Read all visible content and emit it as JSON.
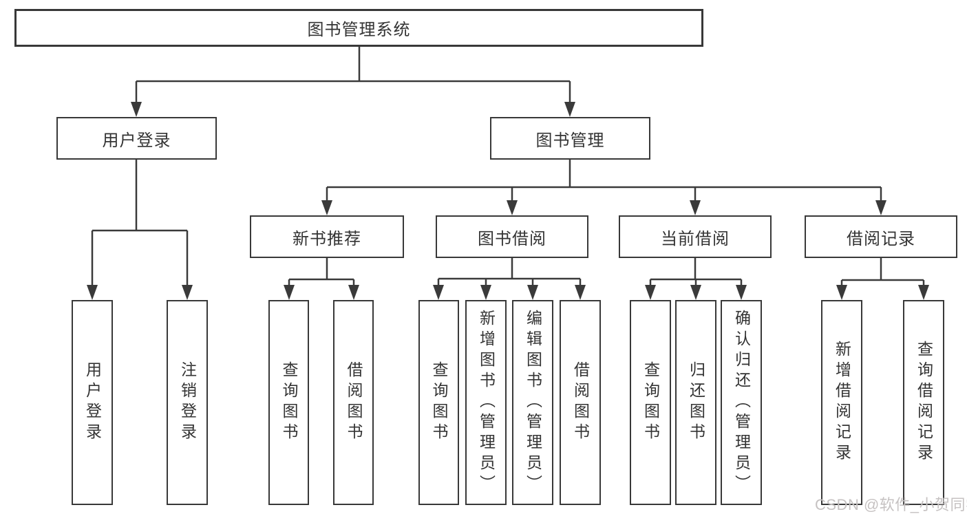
{
  "diagram": {
    "root": "图书管理系统",
    "branches": [
      {
        "label": "用户登录",
        "children": [
          "用户登录",
          "注销登录"
        ]
      },
      {
        "label": "图书管理",
        "sections": [
          {
            "label": "新书推荐",
            "children": [
              "查询图书",
              "借阅图书"
            ]
          },
          {
            "label": "图书借阅",
            "children": [
              "查询图书",
              "新增图书（管理员）",
              "编辑图书（管理员）",
              "借阅图书"
            ]
          },
          {
            "label": "当前借阅",
            "children": [
              "查询图书",
              "归还图书",
              "确认归还（管理员）"
            ]
          },
          {
            "label": "借阅记录",
            "children": [
              "新增借阅记录",
              "查询借阅记录"
            ]
          }
        ]
      }
    ]
  },
  "watermark": "CSDN @软件_小贺同学",
  "colors": {
    "line": "#3a3a3a",
    "box_border": "#383838",
    "text": "#333333",
    "background": "#ffffff",
    "watermark": "#c6c2c2"
  }
}
